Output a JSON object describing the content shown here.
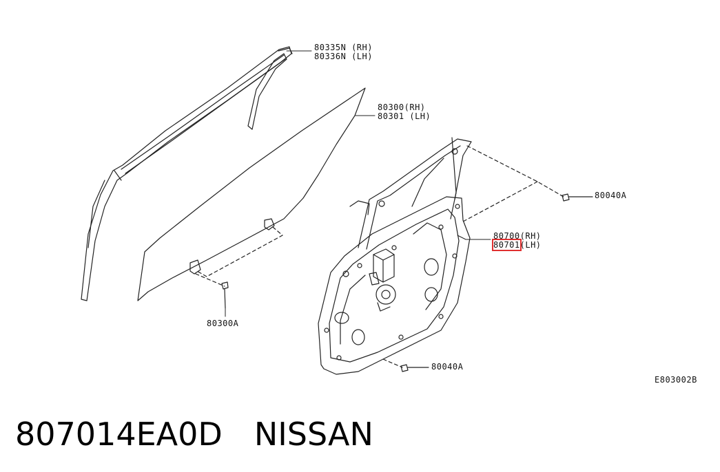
{
  "labels": {
    "p80335n": "80335N (RH)",
    "p80336n": "80336N (LH)",
    "p80300": "80300(RH)",
    "p80301": "80301 (LH)",
    "p80040a_top": "80040A",
    "p80700": "80700(RH)",
    "p80701_code": "80701",
    "p80701_side": "(LH)",
    "p80300a": "80300A",
    "p80040a_bottom": "80040A",
    "figure_code": "E803002B"
  },
  "footer": {
    "part_number": "807014EA0D",
    "brand": "NISSAN"
  },
  "colors": {
    "line": "#222222",
    "highlight": "#e03030"
  }
}
